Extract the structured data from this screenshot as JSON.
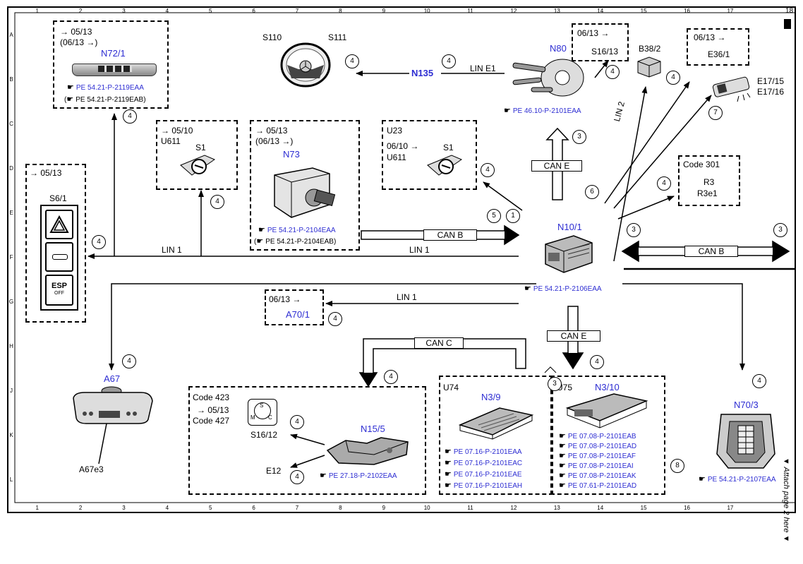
{
  "grid": {
    "columns": [
      "1",
      "2",
      "3",
      "4",
      "5",
      "6",
      "7",
      "8",
      "9",
      "10",
      "11",
      "12",
      "13",
      "14",
      "15",
      "16",
      "17",
      "18"
    ],
    "rows": [
      "A",
      "B",
      "C",
      "D",
      "E",
      "F",
      "G",
      "H",
      "J",
      "K",
      "L"
    ]
  },
  "components": {
    "n72_1": {
      "date1": "→ 05/13",
      "date2": "(06/13 →)",
      "label": "N72/1",
      "ref1": "PE 54.21-P-2119EAA",
      "ref2": "PE 54.21-P-2119EAB"
    },
    "s110": "S110",
    "s111": "S111",
    "n135": "N135",
    "lin_e1": "LIN E1",
    "n80": {
      "label": "N80",
      "ref": "PE 46.10-P-2101EAA"
    },
    "s16_13": {
      "date": "06/13 →",
      "label": "S16/13"
    },
    "b38_2": "B38/2",
    "e36_1": {
      "date": "06/13 →",
      "label": "E36/1"
    },
    "e17": {
      "label1": "E17/15",
      "label2": "E17/16"
    },
    "lin_2": "LIN 2",
    "s1_a": {
      "date": "→ 05/10",
      "variant": "U611",
      "label": "S1"
    },
    "n73": {
      "date1": "→ 05/13",
      "date2": "(06/13 →)",
      "label": "N73",
      "ref1": "PE 54.21-P-2104EAA",
      "ref2": "PE 54.21-P-2104EAB"
    },
    "s1_b": {
      "variant1": "U23",
      "date": "06/10 →",
      "variant2": "U611",
      "label": "S1"
    },
    "can_e_up": "CAN E",
    "code301": {
      "title": "Code 301",
      "l1": "R3",
      "l2": "R3e1"
    },
    "s6_1": {
      "date": "→ 05/13",
      "label": "S6/1",
      "esp": "ESP",
      "off": "OFF"
    },
    "can_b_left": "CAN B",
    "can_b_right": "CAN B",
    "n10_1": {
      "label": "N10/1",
      "ref": "PE 54.21-P-2106EAA"
    },
    "lin1_a": "LIN 1",
    "lin1_b": "LIN 1",
    "lin1_c": "LIN 1",
    "a70_1": {
      "date": "06/13 →",
      "label": "A70/1"
    },
    "can_c": "CAN C",
    "can_e_down": "CAN E",
    "a67": {
      "label": "A67",
      "lamp": "A67e3"
    },
    "n15_5": {
      "code1": "Code 423",
      "date": "→ 05/13",
      "code2": "Code 427",
      "s16_12": "S16/12",
      "e12": "E12",
      "label": "N15/5",
      "ref": "PE 27.18-P-2102EAA"
    },
    "n3_9": {
      "variant": "U74",
      "label": "N3/9",
      "refs": [
        "PE 07.16-P-2101EAA",
        "PE 07.16-P-2101EAC",
        "PE 07.16-P-2101EAE",
        "PE 07.16-P-2101EAH"
      ]
    },
    "n3_10": {
      "variant": "U75",
      "label": "N3/10",
      "refs": [
        "PE 07.08-P-2101EAB",
        "PE 07.08-P-2101EAD",
        "PE 07.08-P-2101EAF",
        "PE 07.08-P-2101EAI",
        "PE 07.08-P-2101EAK",
        "PE 07.61-P-2101EAD"
      ]
    },
    "n70_3": {
      "label": "N70/3",
      "ref": "PE 54.21-P-2107EAA"
    }
  },
  "selector_marks": {
    "s": "S",
    "m": "M",
    "c": "C"
  },
  "circle_numbers": [
    "4",
    "4",
    "4",
    "4",
    "4",
    "4",
    "4",
    "4",
    "4",
    "4",
    "4",
    "4",
    "4",
    "4",
    "4",
    "4",
    "3",
    "3",
    "3",
    "3",
    "1",
    "5",
    "6",
    "7",
    "8"
  ],
  "side_note": "▼ Attach page 2 here ▼",
  "corner_number": "18",
  "colors": {
    "component_label": "#2d2dd2",
    "line": "#000000"
  }
}
